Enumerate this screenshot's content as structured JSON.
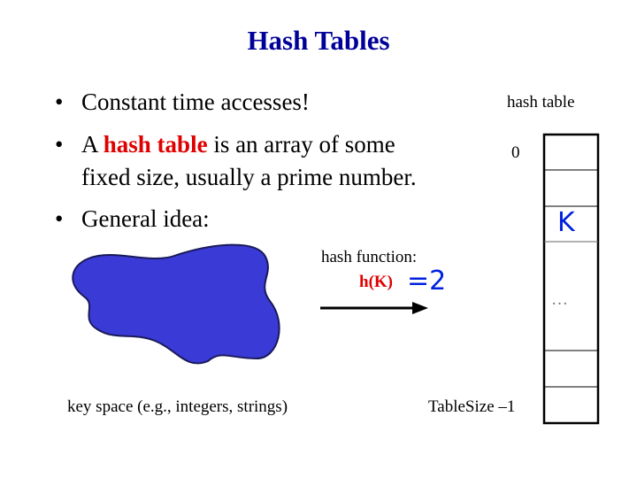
{
  "title": "Hash Tables",
  "bullets": [
    {
      "text": "Constant time accesses!"
    },
    {
      "pre": "A ",
      "highlight": "hash table",
      "post": " is an array of some",
      "cont": "fixed size, usually a prime number."
    },
    {
      "text": "General idea:"
    }
  ],
  "diagram": {
    "table_label": "hash table",
    "index_first": "0",
    "index_last": "TableSize –1",
    "ellipsis": "…",
    "hash_function_label": "hash function:",
    "hash_expr": "h(K)",
    "hand_result": "=2",
    "hand_key": "K",
    "key_space_label": "key space (e.g., integers, strings)"
  },
  "colors": {
    "title": "#000099",
    "highlight": "#e00000",
    "blob": "#3a3ad6",
    "ink": "#0020e0"
  }
}
